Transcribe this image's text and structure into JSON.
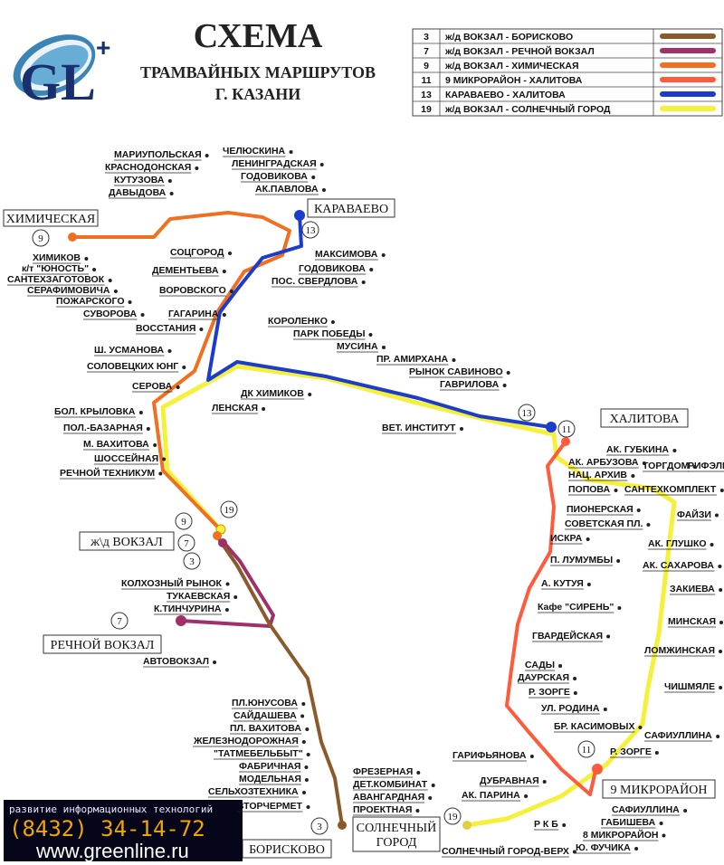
{
  "title": {
    "line1": "СХЕМА",
    "line2": "ТРАМВАЙНЫХ МАРШРУТОВ",
    "line3": "Г. КАЗАНИ"
  },
  "logo": {
    "text": "GL",
    "plus": "+"
  },
  "legend": [
    {
      "num": "3",
      "name": "ж/д ВОКЗАЛ - БОРИСКОВО",
      "color": "#8b5a2b"
    },
    {
      "num": "7",
      "name": "ж/д ВОКЗАЛ - РЕЧНОЙ ВОКЗАЛ",
      "color": "#a0306a"
    },
    {
      "num": "9",
      "name": "ж/д ВОКЗАЛ - ХИМИЧЕСКАЯ",
      "color": "#f07020"
    },
    {
      "num": "11",
      "name": "9 МИКРОРАЙОН - ХАЛИТОВА",
      "color": "#ff5a3c"
    },
    {
      "num": "13",
      "name": "КАРАВАЕВО - ХАЛИТОВА",
      "color": "#1c3ccc"
    },
    {
      "num": "19",
      "name": "ж/д ВОКЗАЛ - СОЛНЕЧНЫЙ ГОРОД",
      "color": "#f5f03a"
    }
  ],
  "terminals": {
    "khimicheskaya": "ХИМИЧЕСКАЯ",
    "karavaevo": "КАРАВАЕВО",
    "khalitova": "ХАЛИТОВА",
    "vokzal": "ж\\д ВОКЗАЛ",
    "rechnoy": "РЕЧНОЙ ВОКЗАЛ",
    "borisk": "БОРИСКОВО",
    "solnech1": "СОЛНЕЧНЫЙ",
    "solnech2": "ГОРОД",
    "mikro9": "9 МИКРОРАЙОН"
  },
  "route_numbers": {
    "n9a": "9",
    "n13a": "13",
    "n13b": "13",
    "n11a": "11",
    "n19a": "19",
    "n9b": "9",
    "n7a": "7",
    "n3a": "3",
    "n7b": "7",
    "n3b": "3",
    "n11b": "11",
    "n19b": "19"
  },
  "stops": {
    "mariupol": "МАРИУПОЛЬСКАЯ",
    "chelyuskina": "ЧЕЛЮСКИНА",
    "krasnodon": "КРАСНОДОНСКАЯ",
    "leningrad": "ЛЕНИНГРАДСКАЯ",
    "kutuzova": "КУТУЗОВА",
    "godovikova1": "ГОДОВИКОВА",
    "davydova": "ДАВЫДОВА",
    "akpavlova": "АК.ПАВЛОВА",
    "maksimova": "МАКСИМОВА",
    "godovikova2": "ГОДОВИКОВА",
    "possverdlova": "ПОС. СВЕРДЛОВА",
    "khimikov": "ХИМИКОВ",
    "kt_yunost": "к/т \"ЮНОСТЬ\"",
    "santekh1": "САНТЕХЗАГОТОВОК",
    "serafim": "СЕРАФИМОВИЧА",
    "pozhar": "ПОЖАРСКОГО",
    "suvorova": "СУВОРОВА",
    "sotsgorod": "СОЦГОРОД",
    "dementieva": "ДЕМЕНТЬЕВА",
    "vorovskogo": "ВОРОВСКОГО",
    "gagarina": "ГАГАРИНА",
    "vosstaniya": "ВОССТАНИЯ",
    "usmanova": "Ш. УСМАНОВА",
    "solovetskikh": "СОЛОВЕЦКИХ ЮНГ",
    "serova": "СЕРОВА",
    "korolenko": "КОРОЛЕНКО",
    "parkpobedy": "ПАРК ПОБЕДЫ",
    "musina": "МУСИНА",
    "amirkhana": "ПР. АМИРХАНА",
    "rynoksav": "РЫНОК САВИНОВО",
    "gavrilova": "ГАВРИЛОВА",
    "dkkhim": "ДК ХИМИКОВ",
    "lenskaya": "ЛЕНСКАЯ",
    "vetinst": "ВЕТ. ИНСТИТУТ",
    "krylovka": "БОЛ. КРЫЛОВКА",
    "bazarnaya": "ПОЛ.-БАЗАРНАЯ",
    "vakhitova1": "М. ВАХИТОВА",
    "shosseynaya": "ШОССЕЙНАЯ",
    "rechtekh": "РЕЧНОЙ ТЕХНИКУМ",
    "kolkhoz": "КОЛХОЗНЫЙ РЫНОК",
    "tukaev": "ТУКАЕВСКАЯ",
    "tinchurina": "К.ТИНЧУРИНА",
    "avtovokzal": "АВТОВОКЗАЛ",
    "yunusova": "ПЛ.ЮНУСОВА",
    "saydasheva": "САЙДАШЕВА",
    "vakhitova2": "ПЛ. ВАХИТОВА",
    "zheleznodor": "ЖЕЛЕЗНОДОРОЖНАЯ",
    "tatmebel": "\"ТАТМЕБЕЛЬБЫТ\"",
    "fabrichnaya": "ФАБРИЧНАЯ",
    "modelnaya": "МОДЕЛЬНАЯ",
    "selkhoz": "СЕЛЬХОЗТЕХНИКА",
    "vtorchermet": "ВТОРЧЕРМЕТ",
    "frezernaya": "ФРЕЗЕРНАЯ",
    "detkomb": "ДЕТ.КОМБИНАТ",
    "avangard": "АВАНГАРДНАЯ",
    "proektnaya": "ПРОЕКТНАЯ",
    "gubkina": "АК. ГУБКИНА",
    "arbuzova": "АК. АРБУЗОВА",
    "torgdom": "ТОРГДОМ",
    "rifel": "РИФЭЛЬ",
    "natsarkhiv": "НАЦ. АРХИВ",
    "popova": "ПОПОВА",
    "santekh2": "САНТЕХКОМПЛЕКТ",
    "pionerskaya": "ПИОНЕРСКАЯ",
    "faizi": "ФАЙЗИ",
    "sovetskaya": "СОВЕТСКАЯ ПЛ.",
    "glushko": "АК. ГЛУШКО",
    "iskra": "ИСКРА",
    "lumumby": "П. ЛУМУМБЫ",
    "sakharova": "АК. САХАРОВА",
    "kutuya": "А. КУТУЯ",
    "zakieva": "ЗАКИЕВА",
    "siren": "Кафе \"СИРЕНЬ\"",
    "minskaya": "МИНСКАЯ",
    "gvardeyskaya": "ГВАРДЕЙСКАЯ",
    "lomzhinskaya": "ЛОМЖИНСКАЯ",
    "sady": "САДЫ",
    "daurskaya": "ДАУРСКАЯ",
    "chishmyale": "ЧИШМЯЛЕ",
    "zorge1": "Р. ЗОРГЕ",
    "rodina": "УЛ. РОДИНА",
    "kasimovykh": "БР. КАСИМОВЫХ",
    "safiullina1": "САФИУЛЛИНА",
    "garifyanova": "ГАРИФЬЯНОВА",
    "zorge2": "Р. ЗОРГЕ",
    "dubravnaya": "ДУБРАВНАЯ",
    "parina": "АК. ПАРИНА",
    "safiullina2": "САФИУЛЛИНА",
    "gabisheva": "ГАБИШЕВА",
    "rkb": "Р К Б",
    "mikro8": "8 МИКРОРАЙОН",
    "solnechverkh": "СОЛНЕЧНЫЙ ГОРОД-ВЕРХ",
    "fuchika": "Ю. ФУЧИКА"
  },
  "ad": {
    "line1": "развитие информационных технологий",
    "phone": "(8432) 34-14-72",
    "url": "www.greenline.ru"
  }
}
